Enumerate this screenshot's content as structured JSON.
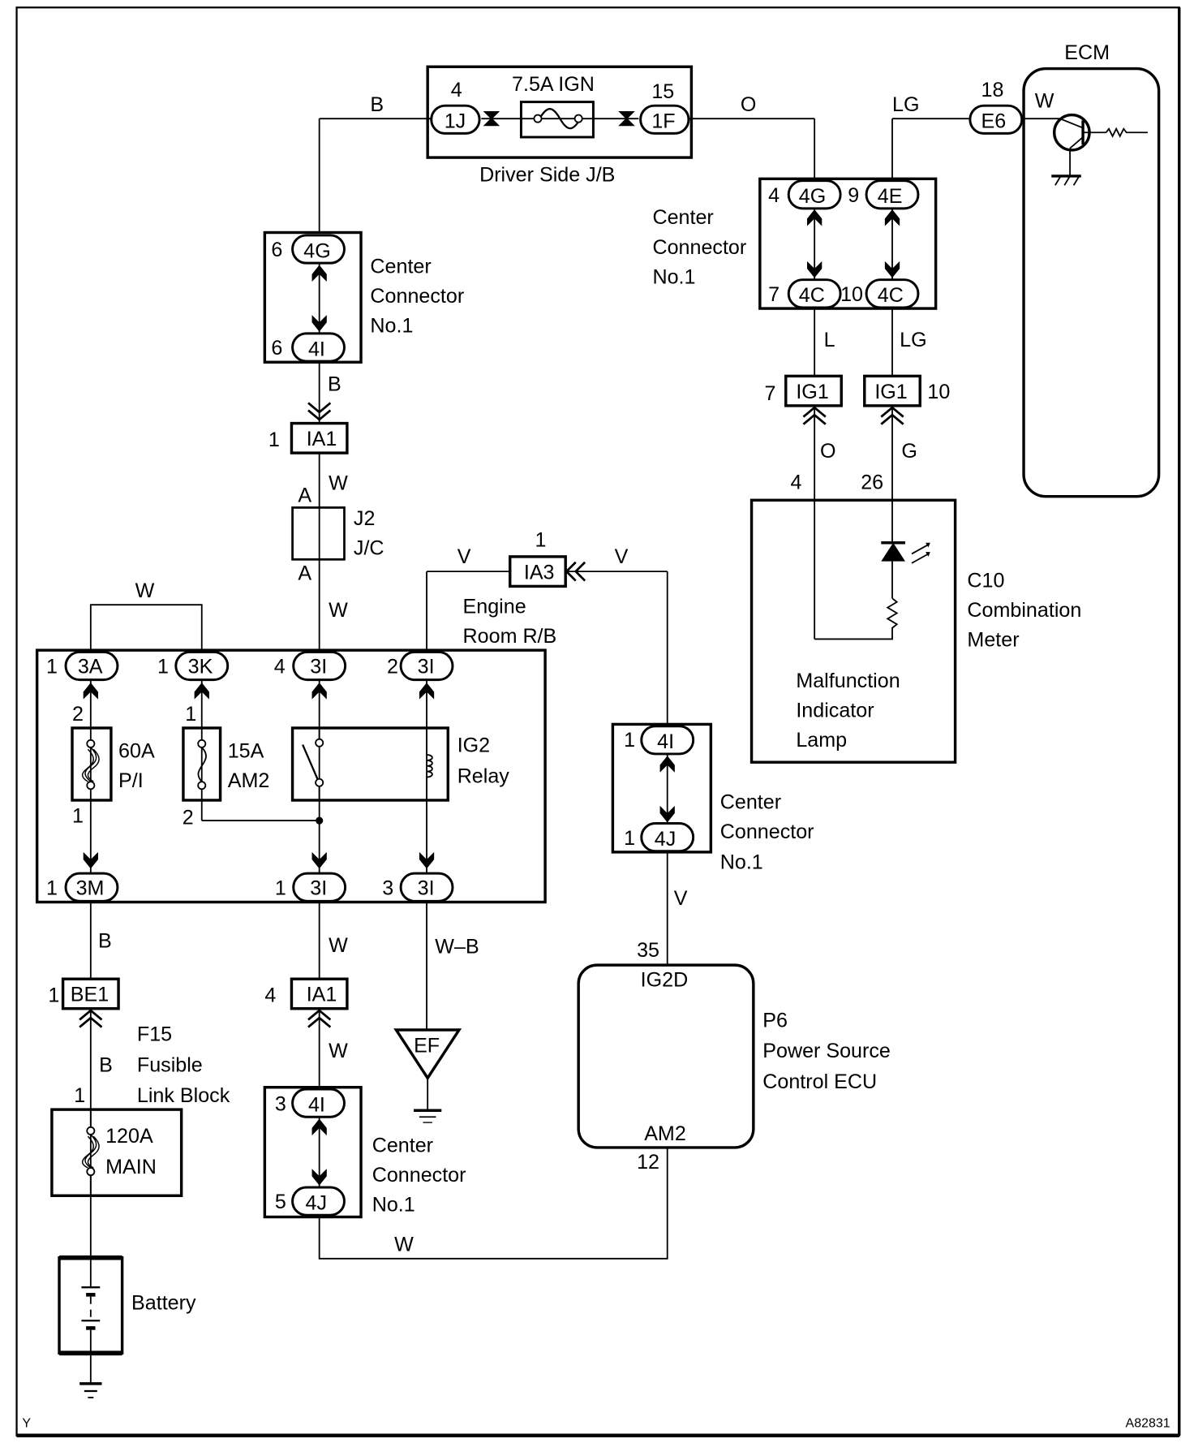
{
  "diagram": {
    "figure_id": "A82831",
    "corner_label": "Y",
    "driver_jb": {
      "label": "Driver Side J/B",
      "fuse": "7.5A IGN",
      "left_pin": "4",
      "left_conn": "1J",
      "right_pin": "15",
      "right_conn": "1F",
      "wire_left": "B",
      "wire_right": "O"
    },
    "ecm": {
      "label": "ECM",
      "pin": "18",
      "conn": "E6",
      "wire_in": "LG",
      "wire_internal": "W"
    },
    "cc_right": {
      "title": [
        "Center",
        "Connector",
        "No.1"
      ],
      "top": [
        {
          "pin": "4",
          "conn": "4G"
        },
        {
          "pin": "9",
          "conn": "4E"
        }
      ],
      "bottom": [
        {
          "pin": "7",
          "conn": "4C"
        },
        {
          "pin": "10",
          "conn": "4C"
        }
      ],
      "wire_left": "L",
      "wire_right": "LG"
    },
    "ig1": [
      {
        "pin": "7",
        "conn": "IG1",
        "wire": "O"
      },
      {
        "pin": "10",
        "conn": "IG1",
        "wire": "G"
      }
    ],
    "meter": {
      "pins": [
        "4",
        "26"
      ],
      "title": [
        "C10",
        "Combination",
        "Meter"
      ],
      "lamp": [
        "Malfunction",
        "Indicator",
        "Lamp"
      ]
    },
    "cc_top_left": {
      "title": [
        "Center",
        "Connector",
        "No.1"
      ],
      "top": {
        "pin": "6",
        "conn": "4G"
      },
      "bottom": {
        "pin": "6",
        "conn": "4I"
      },
      "wire_below": "B"
    },
    "ia1_top": {
      "pin": "1",
      "conn": "IA1",
      "wire_below": "W"
    },
    "j2": {
      "top": "A",
      "bottom": "A",
      "title": [
        "J2",
        "J/C"
      ],
      "wire_below": "W"
    },
    "ia3": {
      "pin": "1",
      "conn": "IA3",
      "wire_left": "V",
      "wire_right": "V"
    },
    "engine_rb": {
      "title": [
        "Engine",
        "Room R/B"
      ],
      "jumper_wire": "W",
      "top": [
        {
          "pin": "1",
          "conn": "3A"
        },
        {
          "pin": "1",
          "conn": "3K"
        },
        {
          "pin": "4",
          "conn": "3I"
        },
        {
          "pin": "2",
          "conn": "3I"
        }
      ],
      "bottom": [
        {
          "pin": "1",
          "conn": "3M"
        },
        {
          "pin": "1",
          "conn": "3I"
        },
        {
          "pin": "3",
          "conn": "3I"
        }
      ],
      "fuse_pi": {
        "label": [
          "60A",
          "P/I"
        ],
        "pin_top": "2",
        "pin_bottom": "1"
      },
      "fuse_am2": {
        "label": [
          "15A",
          "AM2"
        ],
        "pin_top": "1",
        "pin_bottom": "2"
      },
      "relay": {
        "label": [
          "IG2",
          "Relay"
        ]
      }
    },
    "lower_left": {
      "wire_3m": "B",
      "be1": {
        "pin": "1",
        "conn": "BE1"
      },
      "wire_after_be1": "B",
      "f15": {
        "title": [
          "F15",
          "Fusible",
          "Link Block"
        ],
        "pin": "1",
        "fuse": [
          "120A",
          "MAIN"
        ]
      },
      "battery": "Battery"
    },
    "lower_mid": {
      "wire_3i": "W",
      "ia1": {
        "pin": "4",
        "conn": "IA1"
      },
      "wire_after": "W",
      "cc": {
        "title": [
          "Center",
          "Connector",
          "No.1"
        ],
        "top": {
          "pin": "3",
          "conn": "4I"
        },
        "bottom": {
          "pin": "5",
          "conn": "4J"
        }
      },
      "bottom_wire": "W"
    },
    "ground_ef": {
      "wire": "W–B",
      "label": "EF"
    },
    "cc_mid_right": {
      "title": [
        "Center",
        "Connector",
        "No.1"
      ],
      "top": {
        "pin": "1",
        "conn": "4I"
      },
      "bottom": {
        "pin": "1",
        "conn": "4J"
      },
      "wire_below": "V"
    },
    "p6": {
      "title": [
        "P6",
        "Power Source",
        "Control ECU"
      ],
      "top_pin": "35",
      "top_term": "IG2D",
      "bottom_pin": "12",
      "bottom_term": "AM2"
    }
  }
}
